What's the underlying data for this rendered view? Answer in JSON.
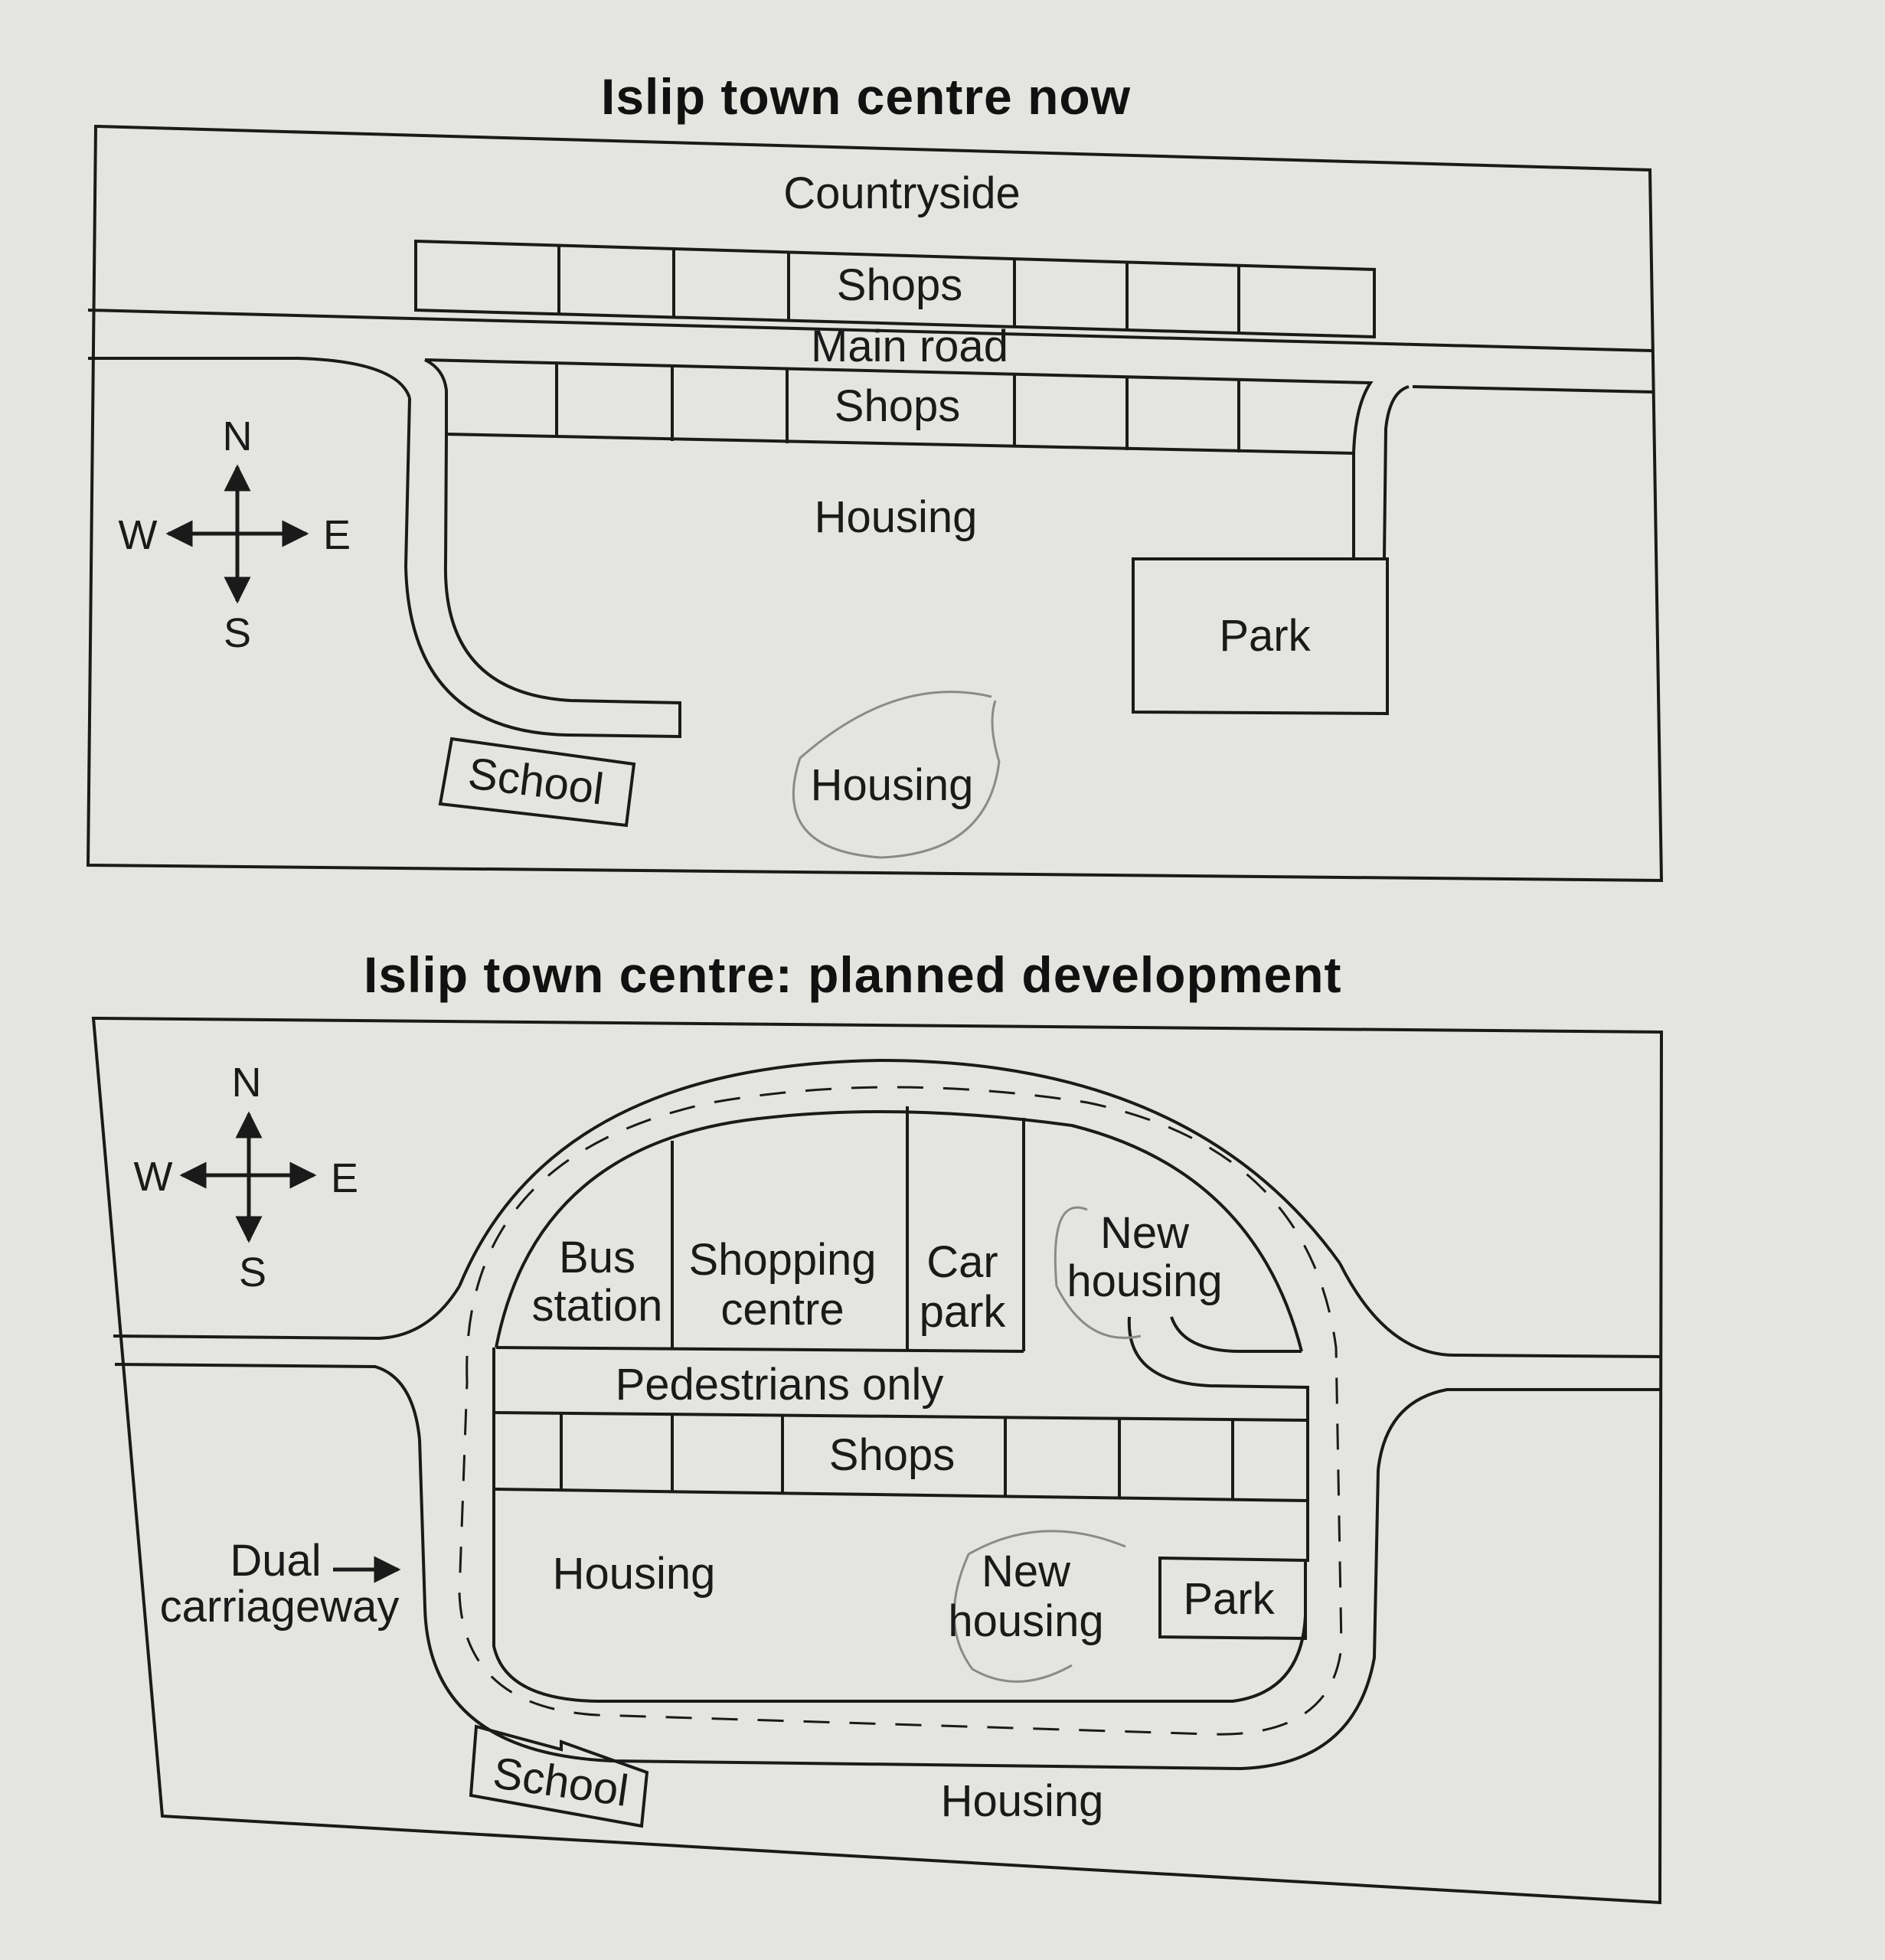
{
  "map_now": {
    "title": "Islip town centre now",
    "countryside": "Countryside",
    "shops_north": "Shops",
    "main_road": "Main road",
    "shops_south": "Shops",
    "housing_centre": "Housing",
    "park": "Park",
    "school": "School",
    "housing_south": "Housing",
    "compass": {
      "n": "N",
      "s": "S",
      "e": "E",
      "w": "W"
    }
  },
  "map_planned": {
    "title": "Islip town centre: planned development",
    "bus_station": [
      "Bus",
      "station"
    ],
    "shopping_centre": [
      "Shopping",
      "centre"
    ],
    "car_park": [
      "Car",
      "park"
    ],
    "new_housing_north": [
      "New",
      "housing"
    ],
    "pedestrians_only": "Pedestrians only",
    "shops": "Shops",
    "housing_inner": "Housing",
    "new_housing_south": [
      "New",
      "housing"
    ],
    "park": "Park",
    "dual_carriageway": [
      "Dual",
      "carriageway"
    ],
    "school": "School",
    "housing_south": "Housing",
    "compass": {
      "n": "N",
      "s": "S",
      "e": "E",
      "w": "W"
    }
  }
}
